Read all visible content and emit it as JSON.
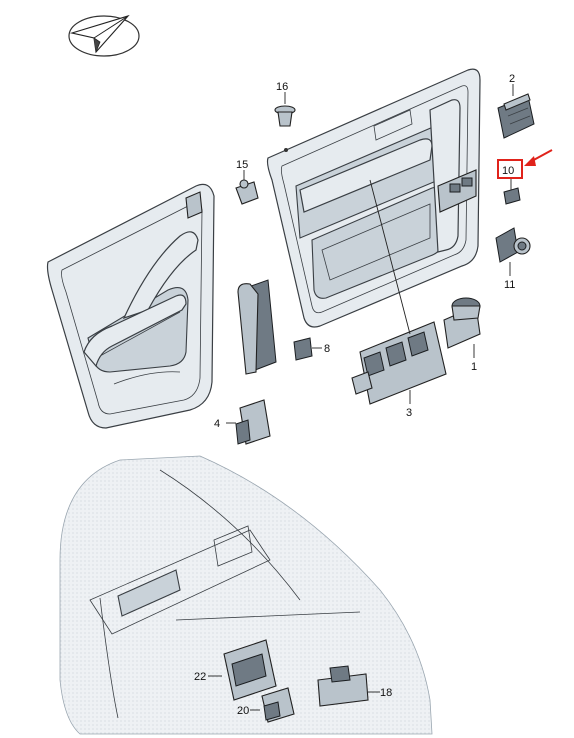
{
  "callouts": [
    {
      "id": "c1",
      "label": "1"
    },
    {
      "id": "c2",
      "label": "2"
    },
    {
      "id": "c3",
      "label": "3"
    },
    {
      "id": "c4",
      "label": "4"
    },
    {
      "id": "c8",
      "label": "8"
    },
    {
      "id": "c10",
      "label": "10"
    },
    {
      "id": "c11",
      "label": "11"
    },
    {
      "id": "c15",
      "label": "15"
    },
    {
      "id": "c16",
      "label": "16"
    },
    {
      "id": "c18",
      "label": "18"
    },
    {
      "id": "c20",
      "label": "20"
    },
    {
      "id": "c22",
      "label": "22"
    }
  ],
  "colors": {
    "highlight": "#e0231b",
    "panel": "#e6ebef",
    "part": "#b9c3cb",
    "line": "#3a3f44"
  },
  "highlighted_callout": "10",
  "icons": {
    "logo": "paper-plane-logo-icon",
    "arrow": "red-pointer-arrow-icon"
  }
}
